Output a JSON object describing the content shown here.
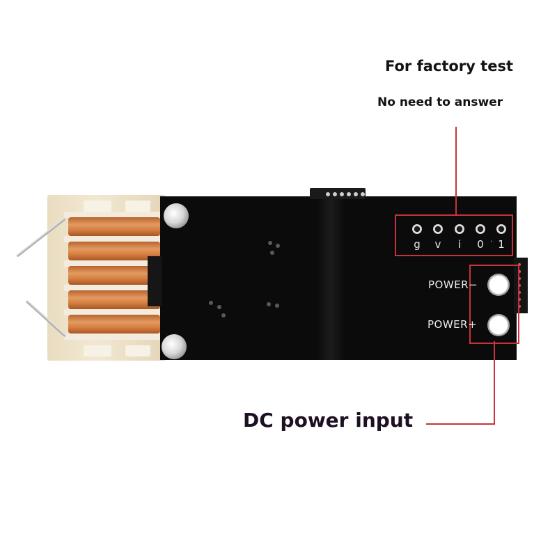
{
  "annotations": {
    "factory_test_title": "For factory test",
    "factory_test_subtitle": "No need to answer",
    "dc_input_label": "DC power input"
  },
  "board": {
    "test_pads": [
      {
        "label": "g"
      },
      {
        "label": "v"
      },
      {
        "label": "i"
      },
      {
        "label": "0"
      },
      {
        "label": "1"
      }
    ],
    "test_pad_separator": "·",
    "power_pads": [
      {
        "label": "POWER−"
      },
      {
        "label": "POWER+"
      }
    ]
  },
  "colors": {
    "callout_line": "#c8323c",
    "pcb": "#0b0b0b",
    "background": "#ffffff",
    "copper": "#d47c3e"
  },
  "components": {
    "transformer": "high-voltage-coil",
    "connectors": [
      "top-pin-header",
      "left-pin-header",
      "right-pin-header"
    ]
  }
}
